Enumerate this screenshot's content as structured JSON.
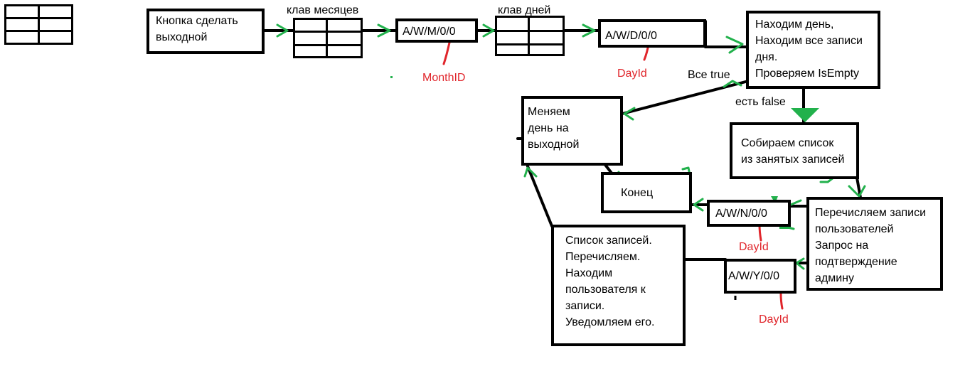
{
  "nodes": {
    "make_dayoff_button": "Кнопка сделать\nвыходной",
    "months_keyboard_label": "клав месяцев",
    "month_callback": "A/W/M/0/0",
    "month_id": "MonthID",
    "days_keyboard_label": "клав дней",
    "day_callback": "A/W/D/0/0",
    "day_id_1": "DayId",
    "find_day": "Находим день,\nНаходим все записи\nдня.\nПроверяем IsEmpty",
    "all_true": "Все true",
    "has_false": "есть false",
    "change_day": "Меняем\nдень на\nвыходной",
    "collect_list": "Собираем список\nиз занятых записей",
    "end": "Конец",
    "no_callback": "A/W/N/0/0",
    "day_id_2": "DayId",
    "enumerate_users": "Перечисляем записи\nпользователей\nЗапрос на\nподтверждение\nадмину",
    "yes_callback": "A/W/Y/0/0",
    "day_id_3": "DayId",
    "records_list": "Список записей.\nПеречисляем.\nНаходим\nпользователя к\nзаписи.\nУведомляем его."
  },
  "colors": {
    "line": "#000000",
    "arrow": "#22b14c",
    "red": "#e0252b"
  }
}
